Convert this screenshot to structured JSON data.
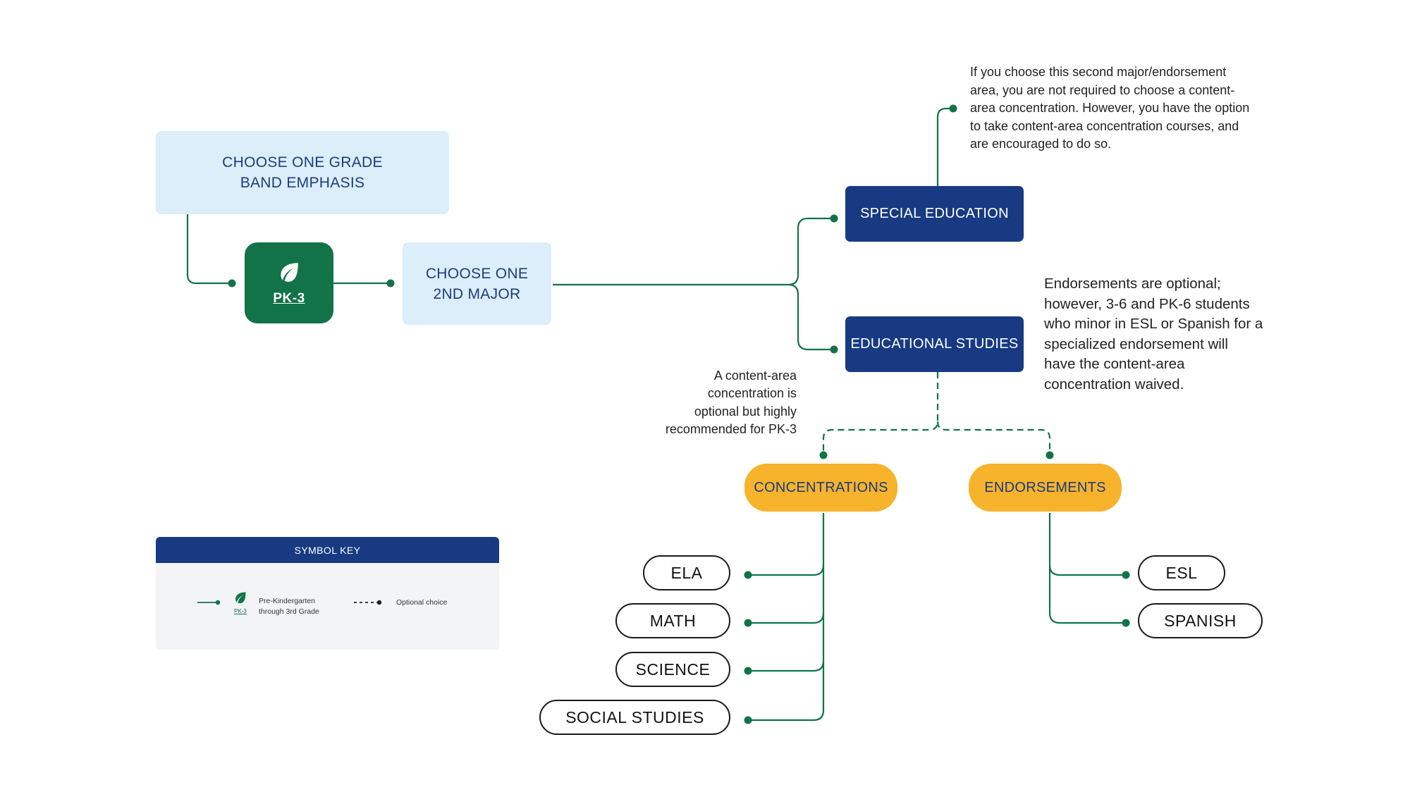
{
  "grade_band": {
    "title": "CHOOSE ONE GRADE\nBAND EMPHASIS"
  },
  "pk3": {
    "label": "PK-3",
    "icon": "leaf-icon"
  },
  "second_major": {
    "title": "CHOOSE ONE\n2ND MAJOR",
    "options": [
      "SPECIAL EDUCATION",
      "EDUCATIONAL STUDIES"
    ]
  },
  "notes": {
    "special_education": "If you choose this second  major/endorsement\narea, you are not required to choose a content-\narea  concentration. However, you have the option\nto take content-area  concentration courses, and\nare encouraged to do so.",
    "endorsements": "Endorsements are optional;\nhowever, 3-6  and PK-6 students\nwho minor in ESL or Spanish for a\nspecialized  endorsement will\nhave the content-area\nconcentration waived.",
    "concentration": "A content-area\nconcentration is\noptional but highly\nrecommended for PK-3"
  },
  "concentrations": {
    "title": "CONCENTRATIONS",
    "items": [
      "ELA",
      "MATH",
      "SCIENCE",
      "SOCIAL STUDIES"
    ]
  },
  "endorsements": {
    "title": "ENDORSEMENTS",
    "items": [
      "ESL",
      "SPANISH"
    ]
  },
  "symbol_key": {
    "title": "SYMBOL KEY",
    "pk3_icon_label": "PK-3",
    "pk3_desc": "Pre-Kindergarten\nthrough 3rd Grade",
    "optional_desc": "Optional choice"
  },
  "colors": {
    "green": "#117347",
    "navy": "#173a82",
    "light_blue": "#dbeefa",
    "gold": "#f7b32b"
  }
}
